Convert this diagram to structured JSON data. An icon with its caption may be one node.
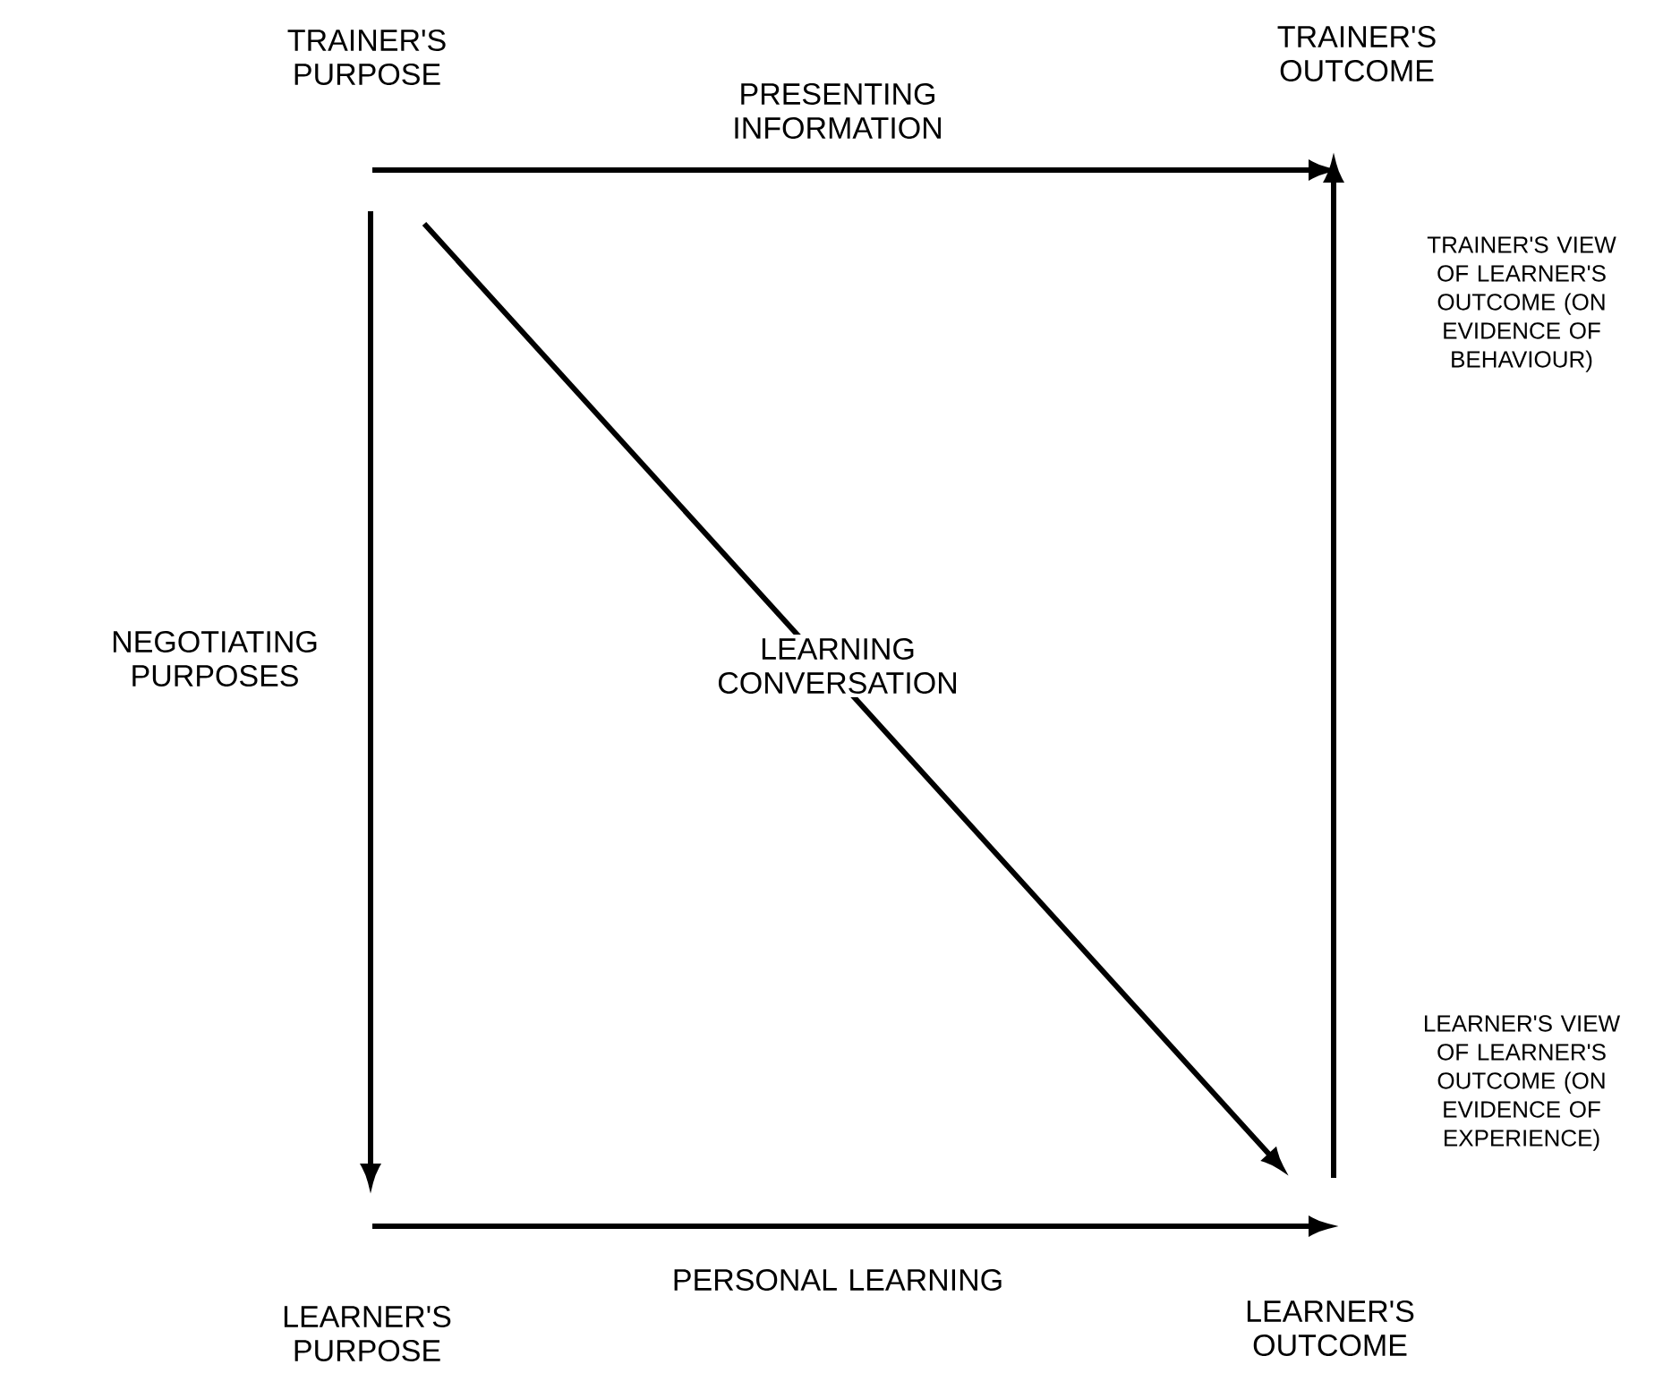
{
  "diagram": {
    "nodes": [
      {
        "text": [
          "TRAINER'S PURPOSE"
        ]
      },
      {
        "text": [
          "TRAINER'S OUTCOME"
        ]
      },
      {
        "text": [
          "LEARNER'S PURPOSE"
        ]
      },
      {
        "text": [
          "LEARNER'S OUTCOME"
        ]
      }
    ],
    "edges": [
      {
        "from": 0,
        "to": 1,
        "arrow": "to",
        "label": "PRESENTING INFORMATION"
      },
      {
        "from": 0,
        "to": 2,
        "arrow": "to",
        "label": "NEGOTIATING PURPOSES"
      },
      {
        "from": 0,
        "to": 3,
        "arrow": "to",
        "label": "LEARNING CONVERSATION"
      },
      {
        "from": 2,
        "to": 3,
        "arrow": "to",
        "label": "PERSONAL LEARNING"
      },
      {
        "from": 3,
        "to": 1,
        "arrow": "to"
      }
    ],
    "labels": [
      "TRAINER'S VIEW OF LEARNER'S OUTCOME (ON EVIDENCE OF BEHAVIOUR)",
      "LEARNER'S VIEW OF LEARNER'S OUTCOME (ON EVIDENCE OF EXPERIENCE)"
    ]
  }
}
